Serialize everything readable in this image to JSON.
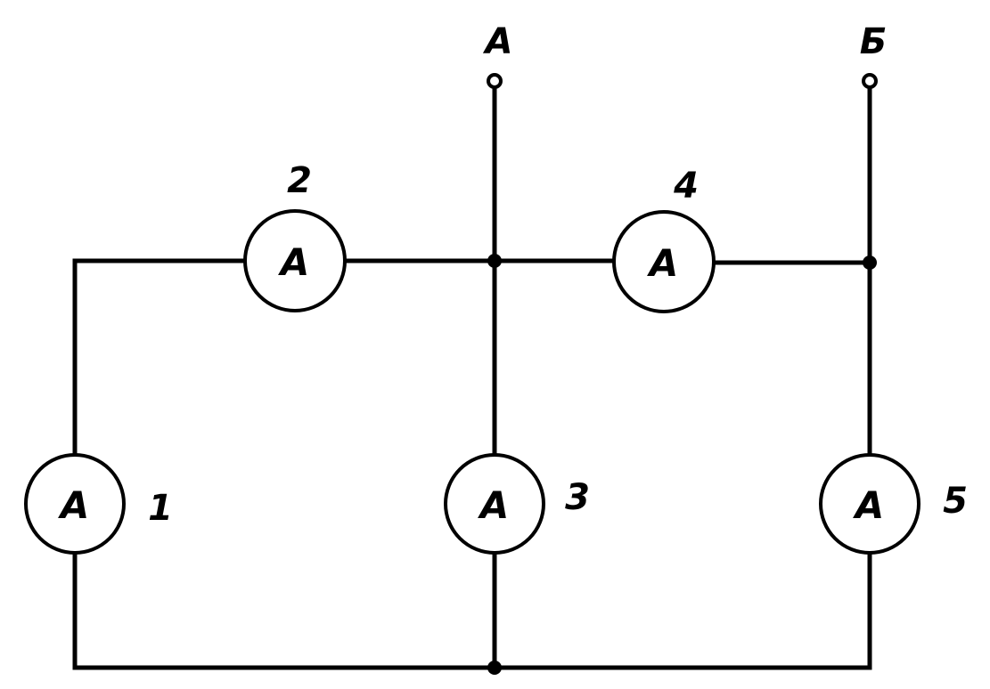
{
  "terminals": {
    "left": "А",
    "right": "Б"
  },
  "meters": [
    {
      "number": "1",
      "symbol": "А"
    },
    {
      "number": "2",
      "symbol": "А"
    },
    {
      "number": "3",
      "symbol": "А"
    },
    {
      "number": "4",
      "symbol": "А"
    },
    {
      "number": "5",
      "symbol": "А"
    }
  ],
  "colors": {
    "line": "#000000",
    "background": "#ffffff"
  }
}
